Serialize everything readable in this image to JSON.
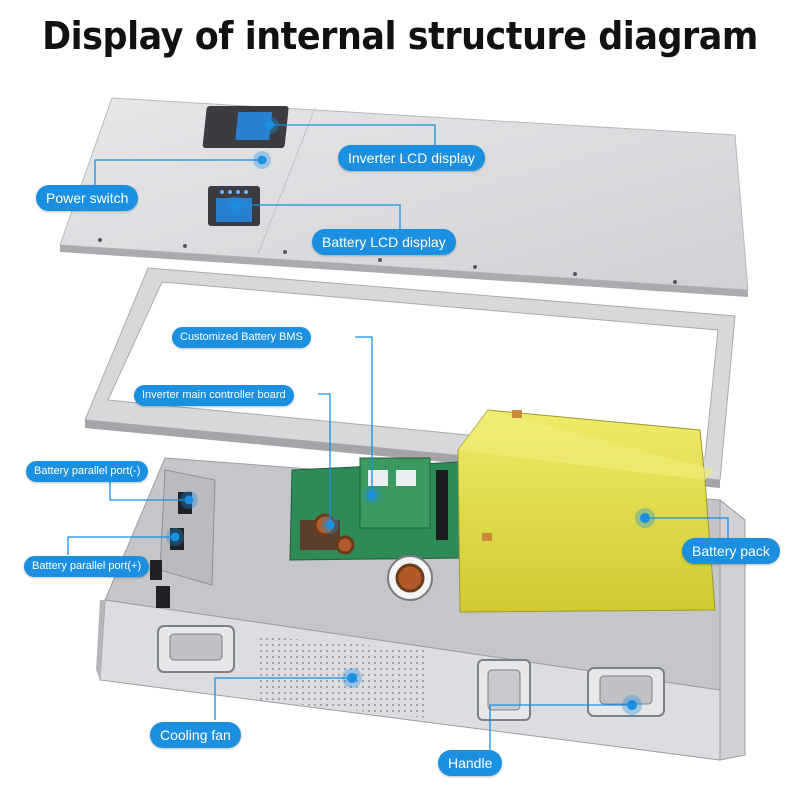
{
  "title": "Display of internal structure diagram",
  "labels": {
    "inverter_lcd": "Inverter LCD display",
    "power_switch": "Power switch",
    "battery_lcd": "Battery LCD display",
    "battery_bms": "Customized Battery BMS",
    "inverter_board": "Inverter main controller board",
    "parallel_neg": "Battery parallel port(-)",
    "parallel_pos": "Battery parallel port(+)",
    "battery_pack": "Battery pack",
    "cooling_fan": "Cooling fan",
    "handle": "Handle"
  },
  "colors": {
    "callout": "#1b8fe0",
    "housing": "#d9dadc",
    "battery": "#e5e24a",
    "pcb": "#2e8b57"
  }
}
